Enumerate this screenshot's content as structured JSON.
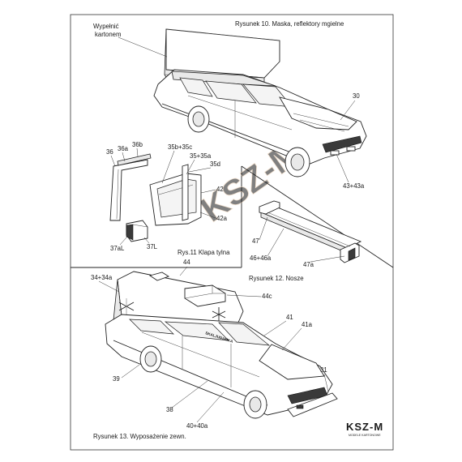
{
  "captions": {
    "fig10": "Rysunek 10. Maska, reflektory mgielne",
    "fig11": "Rys.11  Klapa tylna",
    "fig12": "Rysunek 12. Nosze",
    "fig13": "Rysunek 13. Wyposażenie zewn."
  },
  "fill_note": [
    "Wypełnić",
    "kartonem"
  ],
  "ambulance_text": "SKALJUDAMKA",
  "labels": {
    "p30": "30",
    "p43_43a": "43+43a",
    "p36": "36",
    "p36a": "36a",
    "p36b": "36b",
    "p35b_35c": "35b+35c",
    "p35_35a": "35+35a",
    "p35d": "35d",
    "p42": "42",
    "p42a": "42a",
    "p37aL": "37aL",
    "p37L": "37L",
    "p44": "44",
    "p47": "47",
    "p46_46a": "46+46a",
    "p47a": "47a",
    "p34_34a": "34+34a",
    "p44c": "44c",
    "p41": "41",
    "p41a": "41a",
    "p39": "39",
    "p31": "31",
    "p38": "38",
    "p40_40a": "40+40a"
  },
  "logo": {
    "text": "KSZ-M",
    "subtitle": "MODELE KARTONOWE"
  },
  "watermark": "KSZ-M"
}
